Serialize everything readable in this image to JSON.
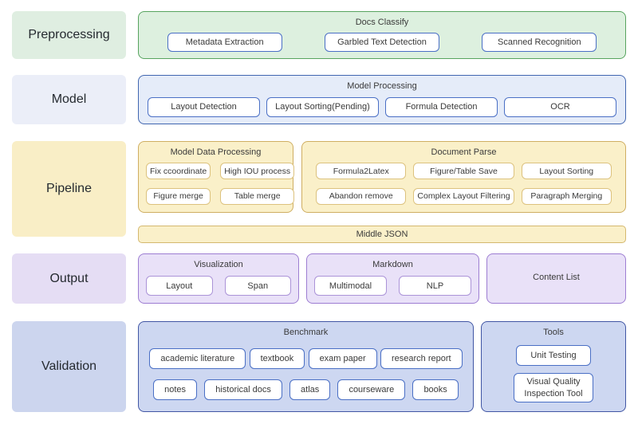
{
  "palette": {
    "background": "#ffffff",
    "text": "#3a3a3a",
    "green_fill": "#ddf0df",
    "green_border": "#57a45f",
    "blue_fill": "#e5ecf9",
    "blue_border": "#4166b0",
    "gold_fill": "#faf0c9",
    "gold_border": "#cfae62",
    "purple_fill": "#e9e1f8",
    "purple_border": "#9d7dd2",
    "navy_fill": "#cdd7f1",
    "navy_border": "#4156a4",
    "chip_fill": "#ffffff",
    "chip_border_blue": "#4a6fc5",
    "chip_border_gold": "#dcc27e",
    "chip_border_purple": "#ab93d8"
  },
  "preprocessing": {
    "label": "Preprocessing",
    "docs_classify": {
      "title": "Docs Classify",
      "buttons": [
        "Metadata Extraction",
        "Garbled Text Detection",
        "Scanned Recognition"
      ]
    }
  },
  "model": {
    "label": "Model",
    "model_processing": {
      "title": "Model Processing",
      "buttons": [
        "Layout Detection",
        "Layout Sorting(Pending)",
        "Formula Detection",
        "OCR"
      ]
    }
  },
  "pipeline": {
    "label": "Pipeline",
    "model_data_processing": {
      "title": "Model Data Processing",
      "buttons": [
        "Fix ccoordinate",
        "High IOU process",
        "Figure merge",
        "Table merge"
      ]
    },
    "document_parse": {
      "title": "Document Parse",
      "buttons": [
        "Formula2Latex",
        "Figure/Table Save",
        "Layout Sorting",
        "Abandon remove",
        "Complex Layout Filtering",
        "Paragraph Merging"
      ]
    },
    "middle_json": "Middle JSON"
  },
  "output": {
    "label": "Output",
    "visualization": {
      "title": "Visualization",
      "buttons": [
        "Layout",
        "Span"
      ]
    },
    "markdown": {
      "title": "Markdown",
      "buttons": [
        "Multimodal",
        "NLP"
      ]
    },
    "content_list": {
      "title": "Content List"
    }
  },
  "validation": {
    "label": "Validation",
    "benchmark": {
      "title": "Benchmark",
      "row1": [
        "academic literature",
        "textbook",
        "exam paper",
        "research report"
      ],
      "row2": [
        "notes",
        "historical docs",
        "atlas",
        "courseware",
        "books"
      ]
    },
    "tools": {
      "title": "Tools",
      "buttons": [
        "Unit Testing",
        "Visual Quality Inspection Tool"
      ]
    }
  }
}
